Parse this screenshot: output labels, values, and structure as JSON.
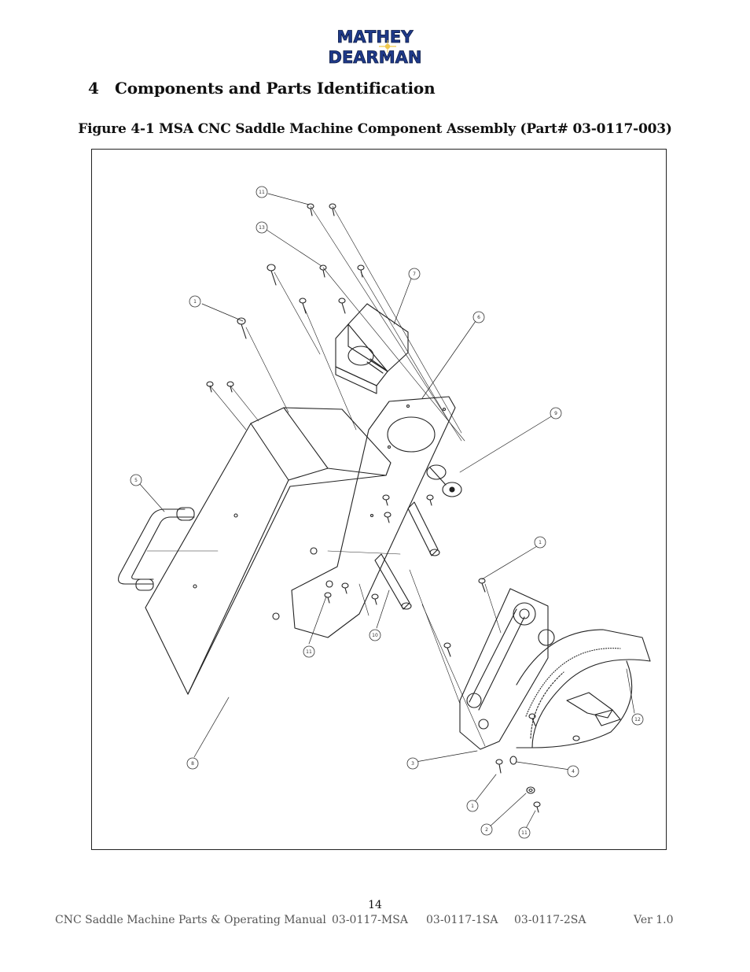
{
  "header": {
    "logo_line1": "MATHEY",
    "logo_line2": "DEARMAN",
    "logo_colors": {
      "primary": "#1f3a8a",
      "outline": "#0b1a44",
      "flare": "#f2c94c"
    }
  },
  "section": {
    "number": "4",
    "title": "Components and Parts Identification"
  },
  "figure": {
    "caption": "Figure 4-1 MSA CNC Saddle Machine Component Assembly (Part# 03-0117-003)",
    "callouts": [
      {
        "id": "c11a",
        "label": "11"
      },
      {
        "id": "c13",
        "label": "13"
      },
      {
        "id": "c7",
        "label": "7"
      },
      {
        "id": "c1a",
        "label": "1"
      },
      {
        "id": "c6",
        "label": "6"
      },
      {
        "id": "c9",
        "label": "9"
      },
      {
        "id": "c5",
        "label": "5"
      },
      {
        "id": "c1b",
        "label": "1"
      },
      {
        "id": "c10",
        "label": "10"
      },
      {
        "id": "c11b",
        "label": "11"
      },
      {
        "id": "c12",
        "label": "12"
      },
      {
        "id": "c8",
        "label": "8"
      },
      {
        "id": "c3",
        "label": "3"
      },
      {
        "id": "c4",
        "label": "4"
      },
      {
        "id": "c1c",
        "label": "1"
      },
      {
        "id": "c2",
        "label": "2"
      },
      {
        "id": "c11c",
        "label": "11"
      }
    ]
  },
  "page_number": "14",
  "footer": {
    "manual_title": "CNC Saddle Machine Parts & Operating Manual",
    "part_a": "03-0117-MSA",
    "part_b": "03-0117-1SA",
    "part_c": "03-0117-2SA",
    "version": "Ver 1.0"
  }
}
